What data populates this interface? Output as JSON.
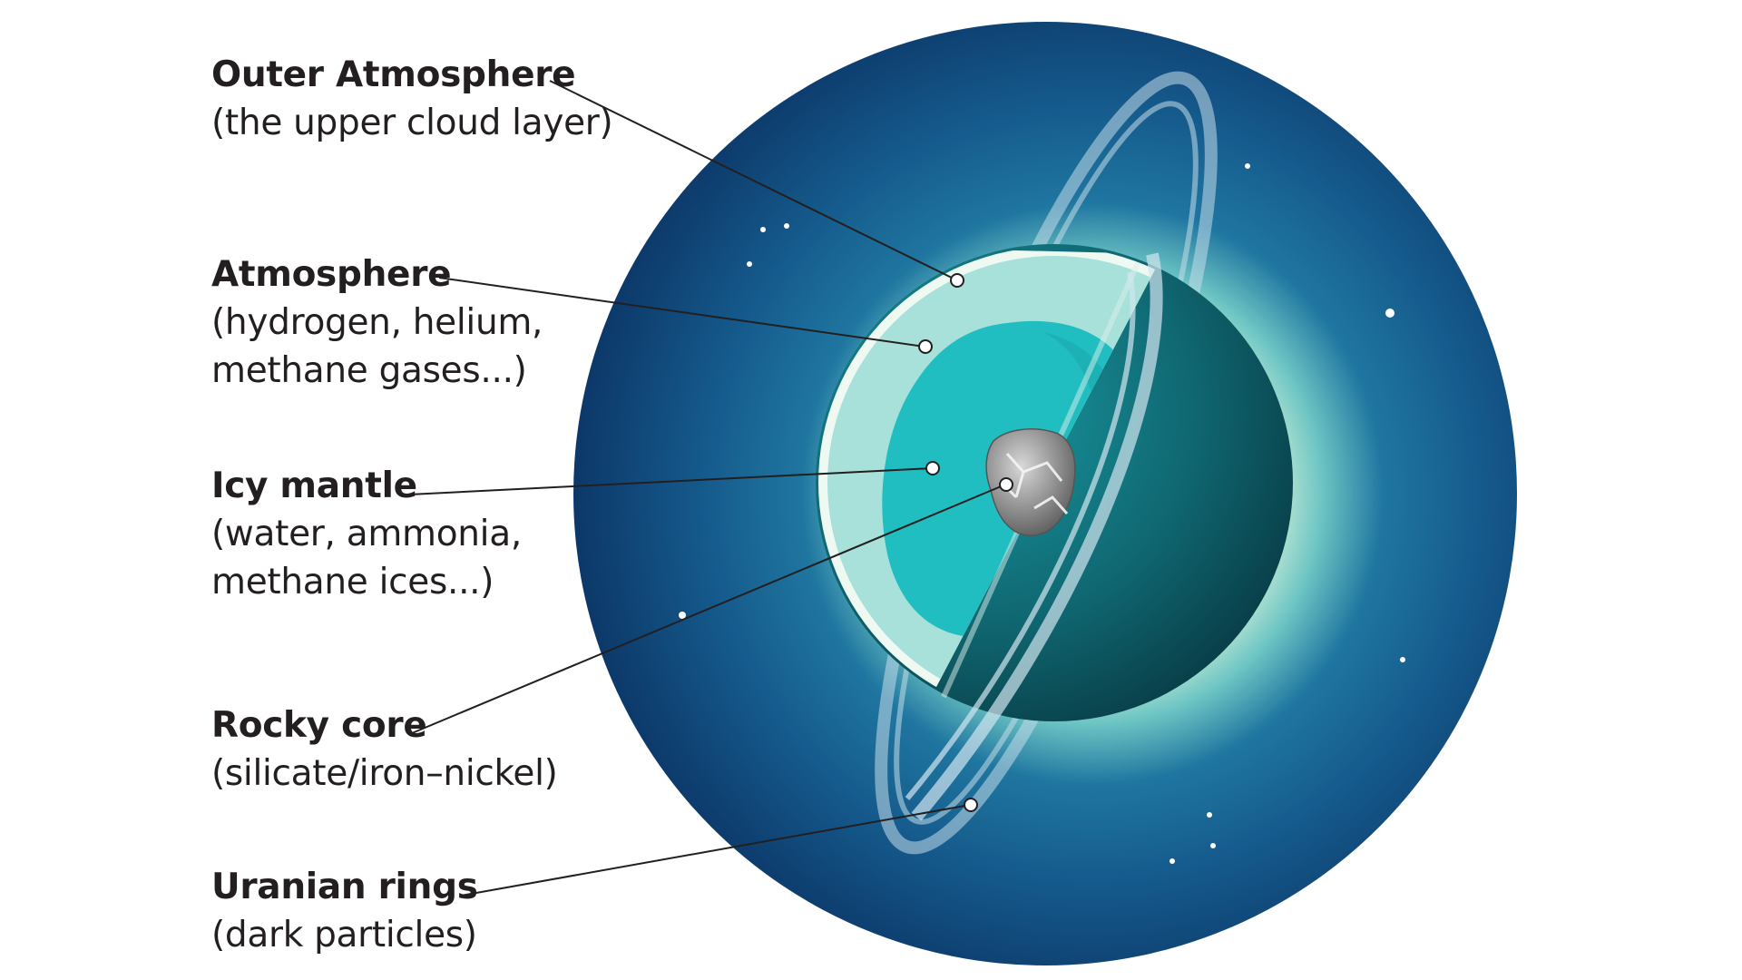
{
  "labels": {
    "outer_atmosphere": {
      "title": "Outer Atmosphere",
      "desc_lines": [
        "(the upper cloud layer)"
      ]
    },
    "atmosphere": {
      "title": "Atmosphere",
      "desc_lines": [
        "(hydrogen, helium,",
        "methane gases...)"
      ]
    },
    "icy_mantle": {
      "title": "Icy mantle",
      "desc_lines": [
        "(water, ammonia,",
        "methane ices...)"
      ]
    },
    "rocky_core": {
      "title": "Rocky core",
      "desc_lines": [
        "(silicate/iron–nickel)"
      ]
    },
    "uranian_rings": {
      "title": "Uranian rings",
      "desc_lines": [
        "(dark particles)"
      ]
    }
  },
  "colors": {
    "space_dark": "#0d3a6e",
    "space_mid": "#16588c",
    "glow": "#d9f2d6",
    "atmosphere": "#9fdcd6",
    "mantle": "#22bfc2",
    "planet_shadow": "#0a4d59",
    "core": "#8f8f8f",
    "rings": "#b9d6e6",
    "leader_line": "#231f20",
    "label_text": "#231f20"
  }
}
